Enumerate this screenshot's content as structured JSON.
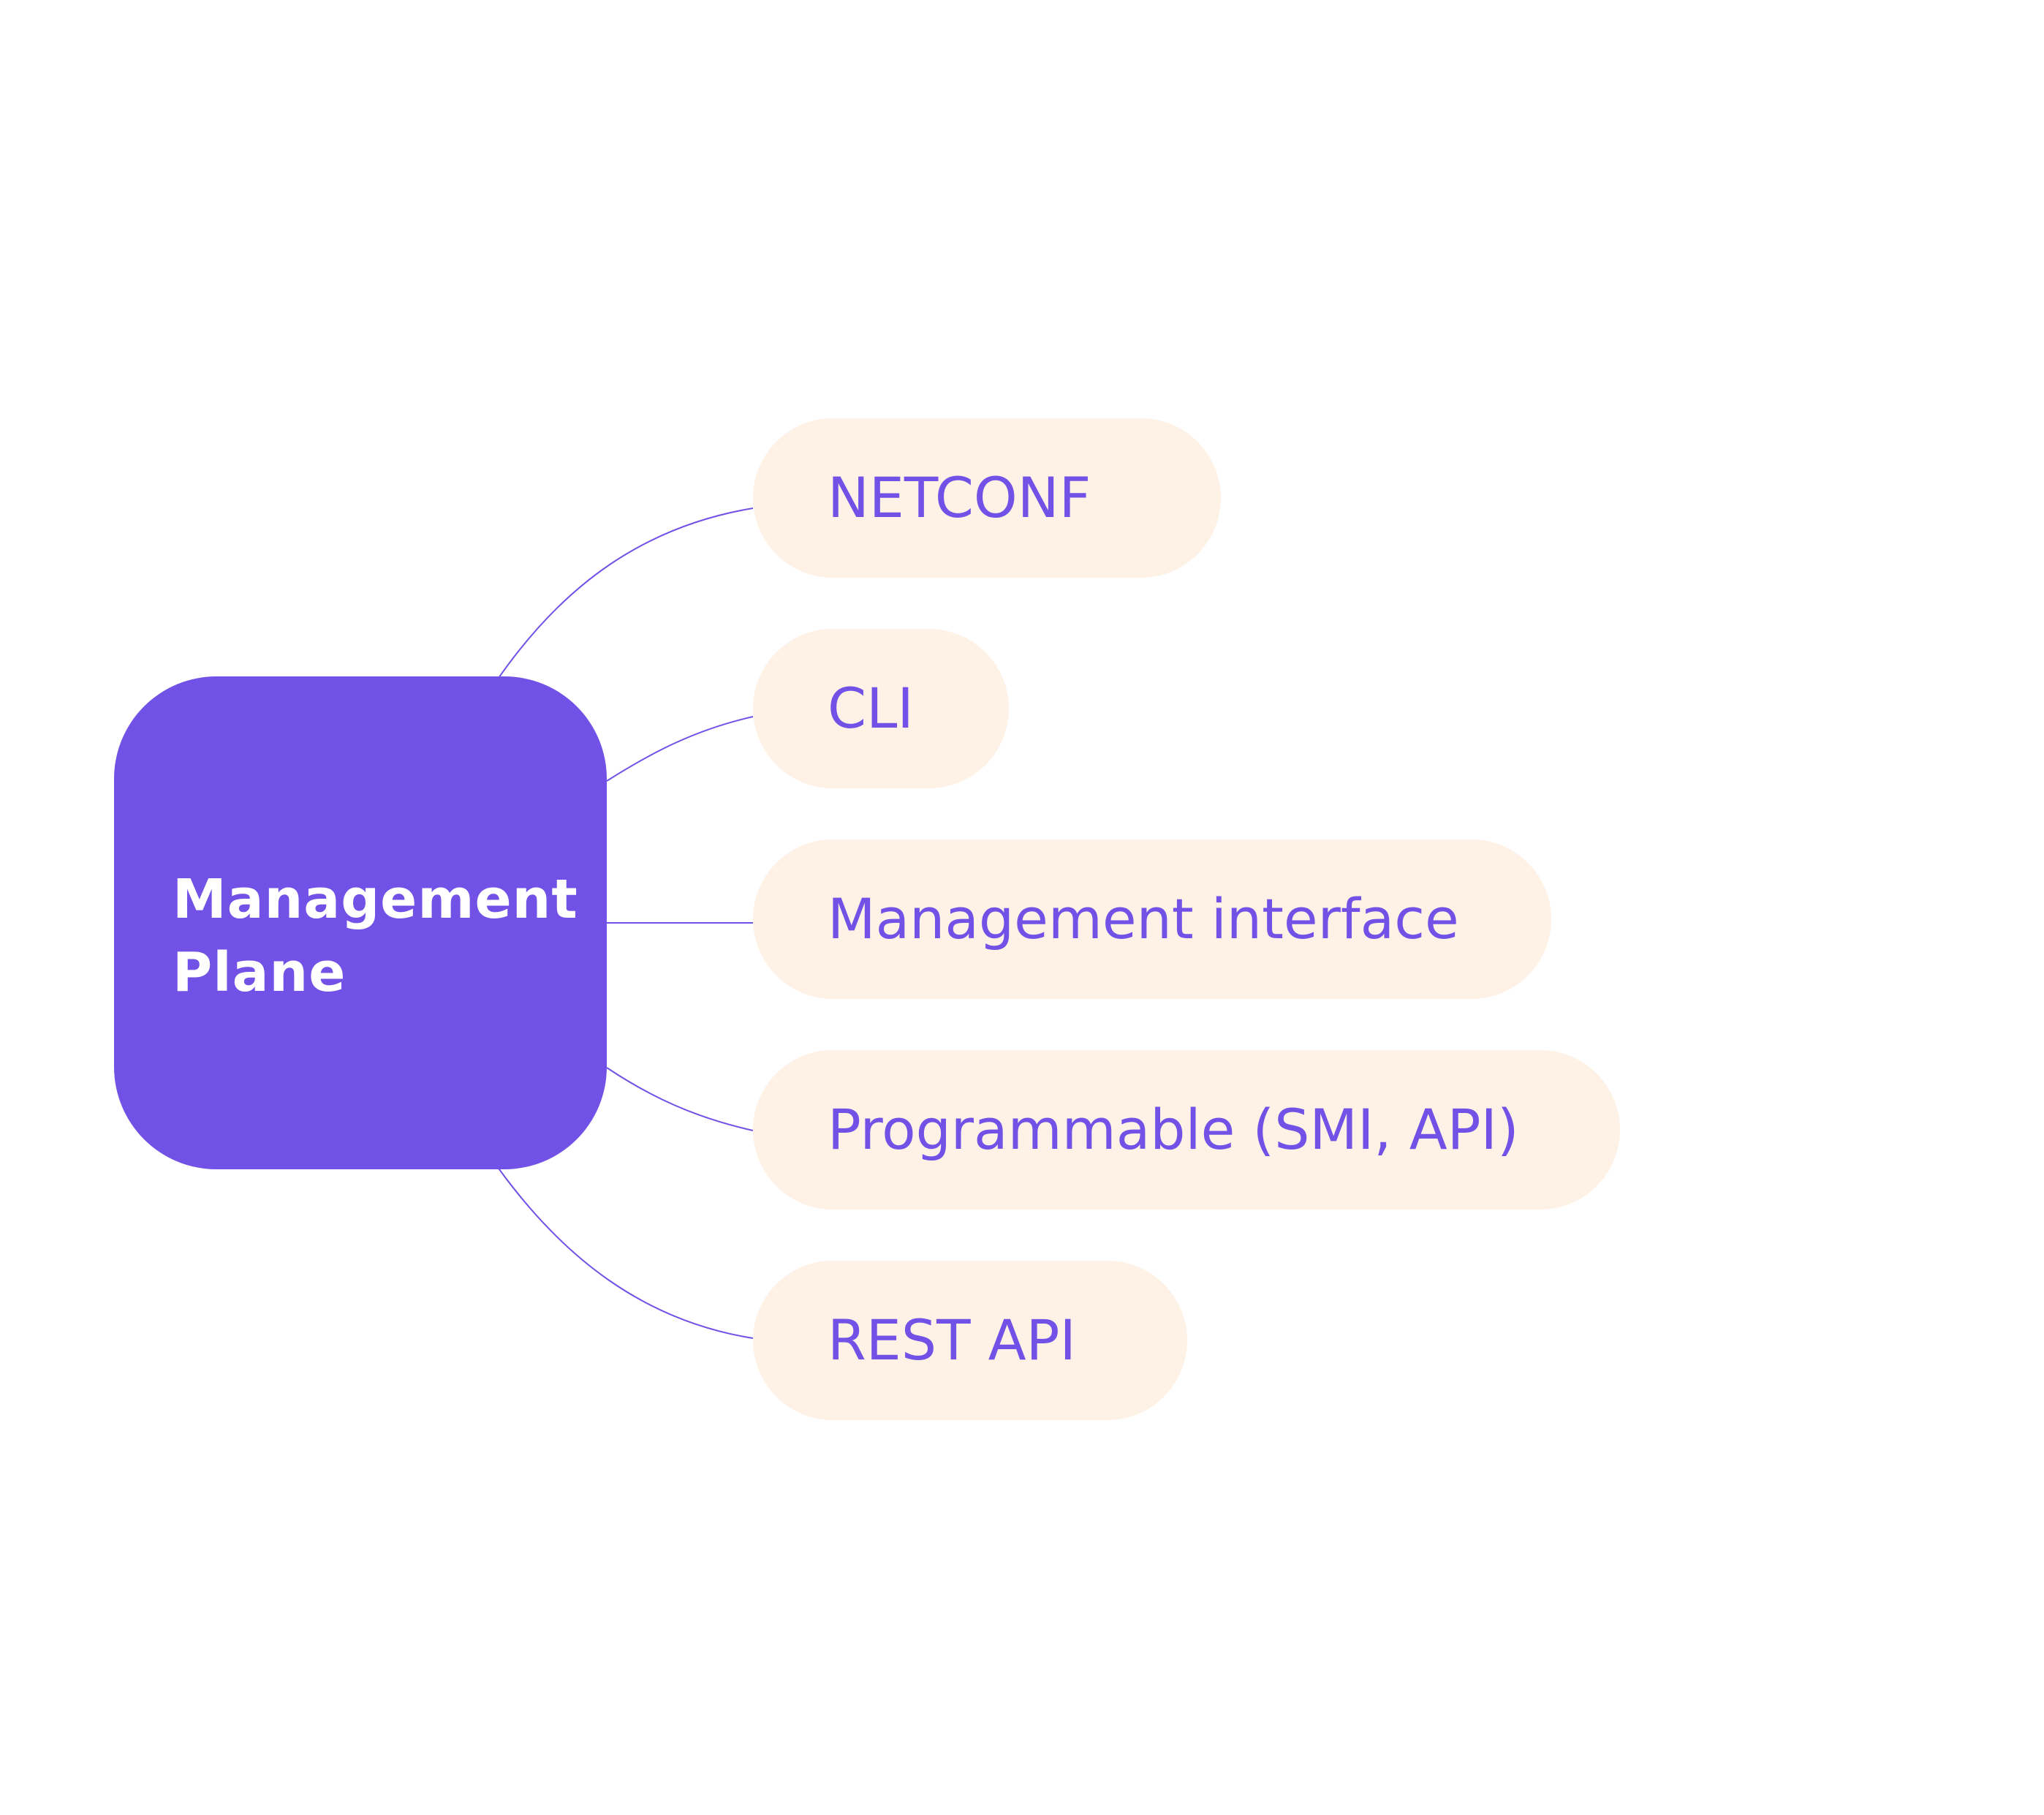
{
  "diagram": {
    "central": {
      "label": "Management\nPlane"
    },
    "branches": [
      {
        "label": "NETCONF"
      },
      {
        "label": "CLI"
      },
      {
        "label": "Management interface"
      },
      {
        "label": "Programmable (SMI, API)"
      },
      {
        "label": "REST API"
      }
    ]
  },
  "colors": {
    "central_fill": "#7151e6",
    "branch_fill": "#fef2e6",
    "branch_text": "#7151e6",
    "connector": "#7151e6"
  }
}
